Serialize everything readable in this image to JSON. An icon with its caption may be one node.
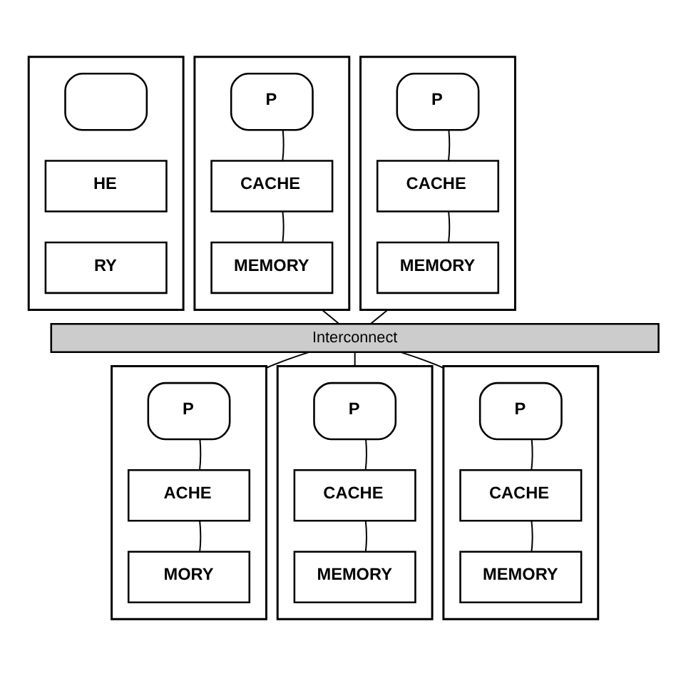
{
  "diagram": {
    "nodes": [
      {
        "text": [],
        "shape": "box"
      },
      {
        "text": [],
        "shape": "box",
        "in": 0
      },
      {
        "text": [
          "HE"
        ],
        "in": 0
      },
      {
        "text": [
          "RY"
        ],
        "in": 0
      },
      {
        "text": [],
        "shape": "box"
      },
      {
        "text": [
          "P"
        ],
        "in": 4
      },
      {
        "text": [
          "CACHE"
        ],
        "in": 4
      },
      {
        "text": [
          "MEMORY"
        ],
        "in": 4
      },
      {
        "text": [],
        "shape": "box"
      },
      {
        "text": [
          "P"
        ],
        "in": 8
      },
      {
        "text": [
          "CACHE"
        ],
        "in": 8
      },
      {
        "text": [
          "MEMORY"
        ],
        "in": 8
      },
      {
        "text": [
          "Interconnect"
        ]
      },
      {
        "text": [],
        "shape": "box"
      },
      {
        "text": [
          "P"
        ],
        "in": 13
      },
      {
        "text": [
          "ACHE"
        ],
        "in": 13
      },
      {
        "text": [
          "MORY"
        ],
        "in": 13
      },
      {
        "text": [],
        "shape": "box"
      },
      {
        "text": [
          "P"
        ],
        "in": 17
      },
      {
        "text": [
          "CACHE"
        ],
        "in": 17
      },
      {
        "text": [
          "MEMORY"
        ],
        "in": 17
      },
      {
        "text": [],
        "shape": "box"
      },
      {
        "text": [
          "P"
        ],
        "in": 21
      },
      {
        "text": [
          "CACHE"
        ],
        "in": 21
      },
      {
        "text": [
          "MEMORY"
        ],
        "in": 21
      }
    ],
    "edges": [
      {
        "from": 5,
        "to": 6,
        "arrow": "none"
      },
      {
        "from": 6,
        "to": 7,
        "arrow": "none"
      },
      {
        "from": 9,
        "to": 10,
        "arrow": "none"
      },
      {
        "from": 10,
        "to": 11,
        "arrow": "none"
      },
      {
        "from": 4,
        "to": 12,
        "arrow": "none"
      },
      {
        "from": 8,
        "to": 12,
        "arrow": "none"
      },
      {
        "from": 12,
        "to": 13,
        "arrow": "none"
      },
      {
        "from": 12,
        "to": 17,
        "arrow": "none"
      },
      {
        "from": 12,
        "to": 21,
        "arrow": "none"
      },
      {
        "from": 14,
        "to": 15,
        "arrow": "none"
      },
      {
        "from": 15,
        "to": 16,
        "arrow": "none"
      },
      {
        "from": 18,
        "to": 19,
        "arrow": "none"
      },
      {
        "from": 19,
        "to": 20,
        "arrow": "none"
      },
      {
        "from": 22,
        "to": 23,
        "arrow": "none"
      },
      {
        "from": 23,
        "to": 24,
        "arrow": "none"
      }
    ]
  }
}
